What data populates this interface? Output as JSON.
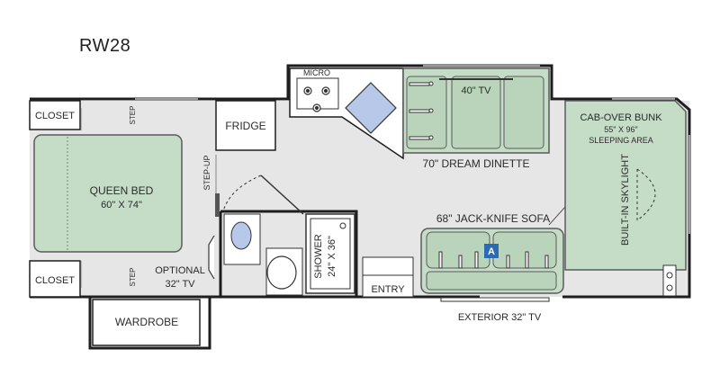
{
  "model_name": "RW28",
  "labels": {
    "closet_top": "CLOSET",
    "closet_bottom": "CLOSET",
    "step_top": "STEP",
    "step_bottom": "STEP",
    "queen_bed": "QUEEN BED",
    "queen_bed_size": "60\" X 74\"",
    "fridge": "FRIDGE",
    "step_up": "STEP-UP",
    "micro": "MICRO",
    "tv_40": "40\" TV",
    "dinette": "70\" DREAM DINETTE",
    "cab_over_bunk": "CAB-OVER BUNK",
    "cab_over_size": "55\" X 96\"",
    "cab_over_area": "SLEEPING AREA",
    "skylight": "BUILT-IN SKYLIGHT",
    "sofa": "68\" JACK-KNIFE SOFA",
    "sofa_badge": "A",
    "shower": "SHOWER",
    "shower_size": "24\" X 36\"",
    "optional_tv_1": "OPTIONAL",
    "optional_tv_2": "32\" TV",
    "entry": "ENTRY",
    "exterior_tv": "EXTERIOR 32\" TV",
    "wardrobe": "WARDROBE"
  },
  "colors": {
    "wall": "#1e1e1e",
    "floor": "#e6e6e6",
    "furniture_green": "#c5dcc6",
    "cushion_green": "#b9d4ba",
    "counter": "#ffffff",
    "sink_blue": "#b8c8e8",
    "badge_blue": "#2a6bb5"
  }
}
